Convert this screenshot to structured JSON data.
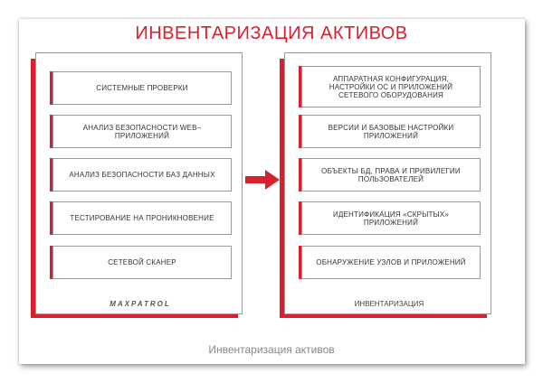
{
  "title": "ИНВЕНТАРИЗАЦИЯ АКТИВОВ",
  "left_panel": {
    "items": [
      "СИСТЕМНЫЕ ПРОВЕРКИ",
      "АНАЛИЗ БЕЗОПАСНОСТИ WEB–ПРИЛОЖЕНИЙ",
      "АНАЛИЗ БЕЗОПАСНОСТИ БАЗ ДАННЫХ",
      "ТЕСТИРОВАНИЕ НА ПРОНИКНОВЕНИЕ",
      "СЕТЕВОЙ СКАНЕР"
    ],
    "footer": "MAXPATROL"
  },
  "right_panel": {
    "items": [
      "АППАРАТНАЯ КОНФИГУРАЦИЯ,\nНАСТРОЙКИ ОС И ПРИЛОЖЕНИЙ\nСЕТЕВОГО ОБОРУДОВАНИЯ",
      "ВЕРСИИ И БАЗОВЫЕ НАСТРОЙКИ ПРИЛОЖЕНИЙ",
      "ОБЪЕКТЫ БД, ПРАВА И ПРИВИЛЕГИИ ПОЛЬЗОВАТЕЛЕЙ",
      "ИДЕНТИФИКАЦИЯ «СКРЫТЫХ» ПРИЛОЖЕНИЙ",
      "ОБНАРУЖЕНИЕ УЗЛОВ И ПРИЛОЖЕНИЙ"
    ],
    "footer": "ИНВЕНТАРИЗАЦИЯ"
  },
  "caption": "Инвентаризация активов",
  "colors": {
    "accent": "#d8202f",
    "border": "#9a9a9a",
    "text": "#333333",
    "caption": "#888888"
  }
}
